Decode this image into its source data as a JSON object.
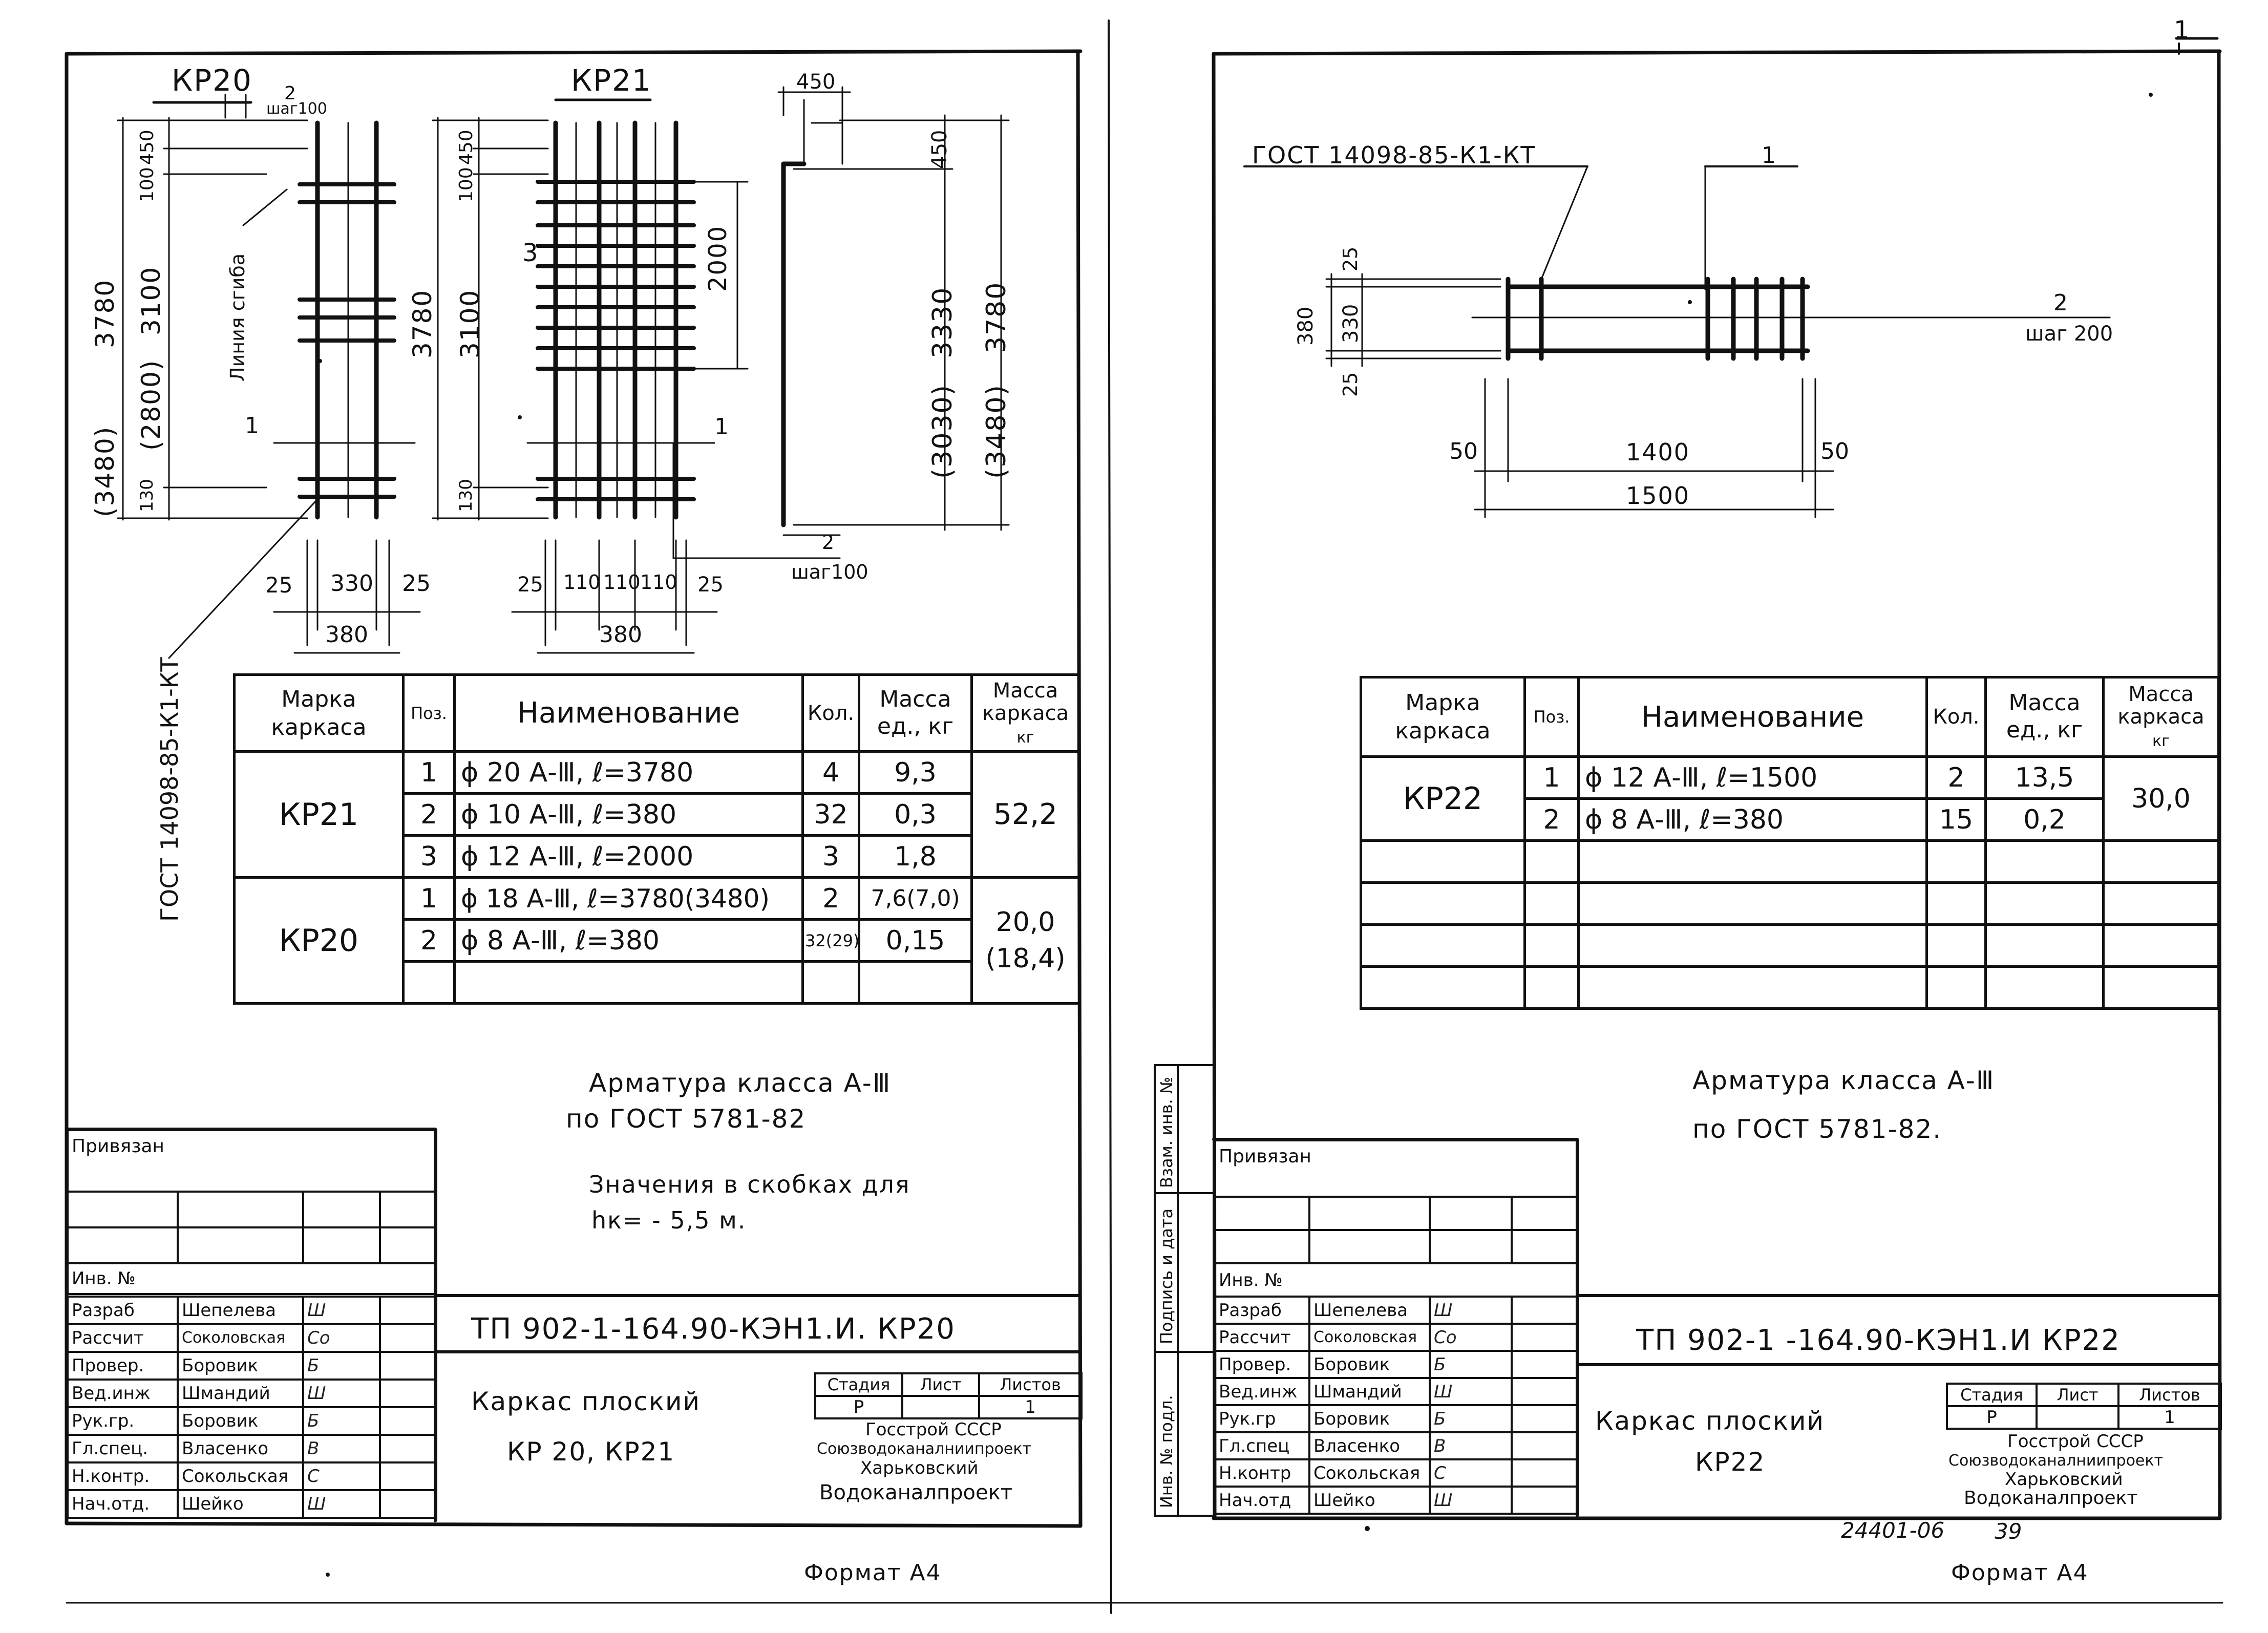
{
  "corner_mark": "1",
  "left": {
    "kp20": {
      "title": "КР20",
      "pos2": "2",
      "step": "шаг100",
      "d450": "450",
      "d100": "100",
      "d3780": "3780",
      "d3100": "3100",
      "d2800": "(2800)",
      "d3480": "(3480)",
      "d130": "130",
      "bend_line": "Линия сгиба",
      "pos1": "1",
      "w25a": "25",
      "w330": "330",
      "w25b": "25",
      "w380": "380",
      "gost": "ГОСТ 14098-85-К1-КТ"
    },
    "kp21": {
      "title": "КР21",
      "d450": "450",
      "d100": "100",
      "d3780": "3780",
      "d3100": "3100",
      "d130": "130",
      "pos3": "3",
      "d2000": "2000",
      "pos1": "1",
      "w25a": "25",
      "w110a": "110",
      "w110b": "110",
      "w110c": "110",
      "w25b": "25",
      "w380": "380"
    },
    "bar": {
      "d450top": "450",
      "d450": "450",
      "d3330": "3330",
      "d3780": "3780",
      "d3030": "(3030)",
      "d3480": "(3480)",
      "pos2": "2",
      "step": "шаг100"
    },
    "table": {
      "headers": {
        "mark": [
          "Марка",
          "каркаса"
        ],
        "pos": "Поз.",
        "name": "Наименование",
        "qty": "Кол.",
        "unit_mass": [
          "Масса",
          "ед., кг"
        ],
        "frame_mass": [
          "Масса",
          "каркаса",
          "кг"
        ]
      },
      "groups": [
        {
          "mark": "КР21",
          "frame_mass": "52,2",
          "frame_mass_alt": "",
          "rows": [
            {
              "pos": "1",
              "name": "ϕ 20 А-Ⅲ, ℓ=3780",
              "qty": "4",
              "mass": "9,3"
            },
            {
              "pos": "2",
              "name": "ϕ 10 А-Ⅲ, ℓ=380",
              "qty": "32",
              "mass": "0,3"
            },
            {
              "pos": "3",
              "name": "ϕ 12 А-Ⅲ, ℓ=2000",
              "qty": "3",
              "mass": "1,8"
            }
          ]
        },
        {
          "mark": "КР20",
          "frame_mass": "20,0",
          "frame_mass_alt": "(18,4)",
          "rows": [
            {
              "pos": "1",
              "name": "ϕ 18 А-Ⅲ, ℓ=3780(3480)",
              "qty": "2",
              "mass": "7,6(7,0)"
            },
            {
              "pos": "2",
              "name": "ϕ 8 А-Ⅲ, ℓ=380",
              "qty": "32(29)",
              "mass": "0,15"
            },
            {
              "pos": "",
              "name": "",
              "qty": "",
              "mass": ""
            }
          ]
        }
      ]
    },
    "notes": {
      "line1": "Арматура класса А-Ⅲ",
      "line2": "по ГОСТ 5781-82",
      "line3": "Значения в скобках для",
      "line4": "hк= - 5,5 м."
    },
    "stamp": {
      "privyazan": "Привязан",
      "inv": "Инв. №",
      "code": "ТП 902-1-164.90-КЭН1.И. КР20",
      "roles": [
        {
          "role": "Разраб",
          "name": "Шепелева",
          "sig": "Ш"
        },
        {
          "role": "Рассчит",
          "name": "Соколовская",
          "sig": "Со"
        },
        {
          "role": "Провер.",
          "name": "Боровик",
          "sig": "Б"
        },
        {
          "role": "Вед.инж",
          "name": "Шмандий",
          "sig": "Ш"
        },
        {
          "role": "Рук.гр.",
          "name": "Боровик",
          "sig": "Б"
        },
        {
          "role": "Гл.спец.",
          "name": "Власенко",
          "sig": "В"
        },
        {
          "role": "Н.контр.",
          "name": "Сокольская",
          "sig": "С"
        },
        {
          "role": "Нач.отд.",
          "name": "Шейко",
          "sig": "Ш"
        }
      ],
      "title1": "Каркас плоский",
      "title2": "КР 20, КР21",
      "stage_h": "Стадия",
      "sheet_h": "Лист",
      "sheets_h": "Листов",
      "stage": "Р",
      "sheet": "",
      "sheets": "1",
      "org1": "Госстрой СССР",
      "org2": "Союзводоканалниипроект",
      "org3": "Харьковский",
      "org4": "Водоканалпроект"
    },
    "format": "Формат А4"
  },
  "right": {
    "drawing": {
      "gost": "ГОСТ 14098-85-К1-КТ",
      "pos1": "1",
      "pos2": "2",
      "step": "шаг 200",
      "d380": "380",
      "d25a": "25",
      "d330": "330",
      "d25b": "25",
      "d50a": "50",
      "d1400": "1400",
      "d50b": "50",
      "d1500": "1500"
    },
    "table": {
      "headers": {
        "mark": [
          "Марка",
          "каркаса"
        ],
        "pos": "Поз.",
        "name": "Наименование",
        "qty": "Кол.",
        "unit_mass": [
          "Масса",
          "ед., кг"
        ],
        "frame_mass": [
          "Масса",
          "каркаса",
          "кг"
        ]
      },
      "group": {
        "mark": "КР22",
        "frame_mass": "30,0",
        "rows": [
          {
            "pos": "1",
            "name": "ϕ 12 А-Ⅲ, ℓ=1500",
            "qty": "2",
            "mass": "13,5"
          },
          {
            "pos": "2",
            "name": "ϕ 8 А-Ⅲ, ℓ=380",
            "qty": "15",
            "mass": "0,2"
          }
        ]
      }
    },
    "notes": {
      "line1": "Арматура класса А-Ⅲ",
      "line2": "по ГОСТ 5781-82."
    },
    "side_labels": [
      "Инв. № подл.",
      "Подпись и дата",
      "Взам. инв. №"
    ],
    "stamp": {
      "privyazan": "Привязан",
      "inv": "Инв. №",
      "code": "ТП 902-1 -164.90-КЭН1.И КР22",
      "roles": [
        {
          "role": "Разраб",
          "name": "Шепелева",
          "sig": "Ш"
        },
        {
          "role": "Рассчит",
          "name": "Соколовская",
          "sig": "Со"
        },
        {
          "role": "Провер.",
          "name": "Боровик",
          "sig": "Б"
        },
        {
          "role": "Вед.инж",
          "name": "Шмандий",
          "sig": "Ш"
        },
        {
          "role": "Рук.гр",
          "name": "Боровик",
          "sig": "Б"
        },
        {
          "role": "Гл.спец",
          "name": "Власенко",
          "sig": "В"
        },
        {
          "role": "Н.контр",
          "name": "Сокольская",
          "sig": "С"
        },
        {
          "role": "Нач.отд",
          "name": "Шейко",
          "sig": "Ш"
        }
      ],
      "title1": "Каркас плоский",
      "title2": "КР22",
      "stage_h": "Стадия",
      "sheet_h": "Лист",
      "sheets_h": "Листов",
      "stage": "Р",
      "sheet": "",
      "sheets": "1",
      "org1": "Госстрой СССР",
      "org2": "Союзводоканалниипроект",
      "org3": "Харьковский",
      "org4": "Водоканалпроект"
    },
    "archive_num": "24401-06",
    "page_num": "39",
    "format": "Формат А4"
  }
}
